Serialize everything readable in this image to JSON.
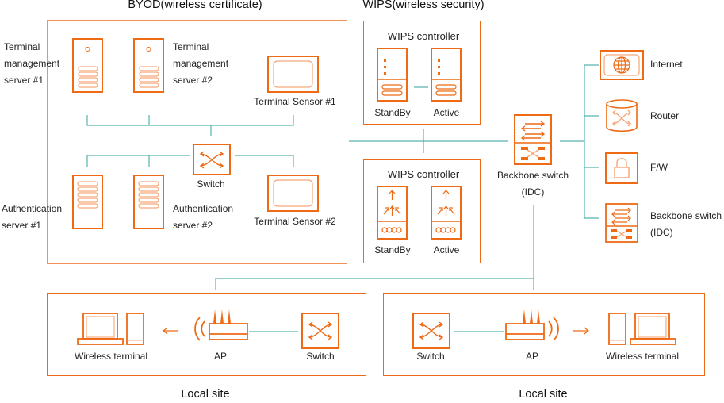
{
  "colors": {
    "accent": "#ee6a15",
    "accent_light": "#f6a677",
    "line": "#58b3ad",
    "frame": "#f0915a",
    "text": "#222222"
  },
  "byod": {
    "title": "BYOD(wireless certificate)",
    "terminal_mgmt_1": [
      "Terminal",
      "management",
      "server #1"
    ],
    "terminal_mgmt_2": [
      "Terminal",
      "management",
      "server #2"
    ],
    "terminal_sensor_1": "Terminal Sensor #1",
    "terminal_sensor_2": "Terminal Sensor #2",
    "switch": "Switch",
    "auth_1": [
      "Authentication",
      "server #1"
    ],
    "auth_2": [
      "Authentication",
      "server #2"
    ]
  },
  "wips": {
    "title": "WIPS(wireless security)",
    "controller_top": {
      "title": "WIPS controller",
      "left": "StandBy",
      "right": "Active"
    },
    "controller_bottom": {
      "title": "WIPS controller",
      "left": "StandBy",
      "right": "Active"
    }
  },
  "backbone": {
    "label": [
      "Backbone switch",
      "(IDC)"
    ]
  },
  "right_column": [
    {
      "icon": "globe-icon",
      "label": [
        "Internet"
      ]
    },
    {
      "icon": "router-icon",
      "label": [
        "Router"
      ]
    },
    {
      "icon": "lock-icon",
      "label": [
        "F/W"
      ]
    },
    {
      "icon": "backbone-switch-icon",
      "label": [
        "Backbone switch",
        "(IDC)"
      ]
    }
  ],
  "local_sites": [
    {
      "title": "Local site",
      "terminal": "Wireless terminal",
      "ap": "AP",
      "switch": "Switch"
    },
    {
      "title": "Local site",
      "terminal": "Wireless terminal",
      "ap": "AP",
      "switch": "Switch"
    }
  ]
}
